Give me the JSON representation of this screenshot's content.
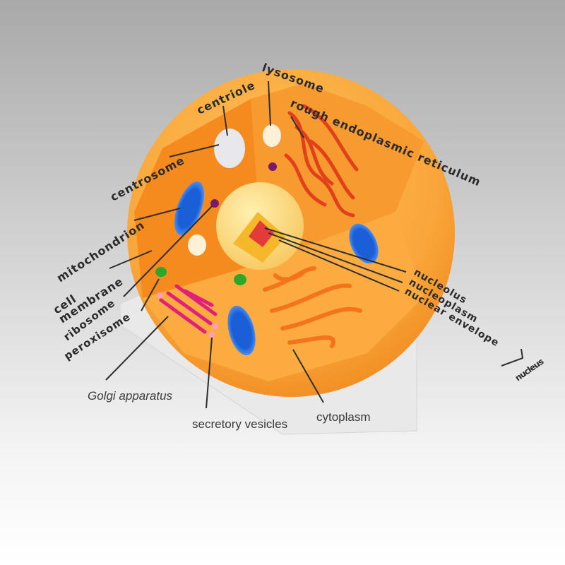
{
  "labels": {
    "centriole": "centriole",
    "lysosome": "lysosome",
    "rough_er": "rough endoplasmic reticulum",
    "centrosome": "centrosome",
    "mitochondrion": "mitochondrion",
    "cell": "cell",
    "membrane": "membrane",
    "ribosome": "ribosome",
    "peroxisome": "peroxisome",
    "golgi": "Golgi apparatus",
    "secretory_vesicles": "secretory vesicles",
    "cytoplasm": "cytoplasm",
    "nucleolus": "nucleolus",
    "nucleoplasm": "nucleoplasm",
    "nuclear_envelope": "nuclear envelope",
    "nucleus": "nucleus"
  },
  "colors": {
    "cytoplasm": "#f9a63a",
    "cut_face": "#f58a1e",
    "mitochondrion": "#1b5fd8",
    "rough_er": "#e2401a",
    "golgi": "#e0207a",
    "peroxisome": "#2aa82a",
    "nucleolus": "#e33a3a"
  }
}
